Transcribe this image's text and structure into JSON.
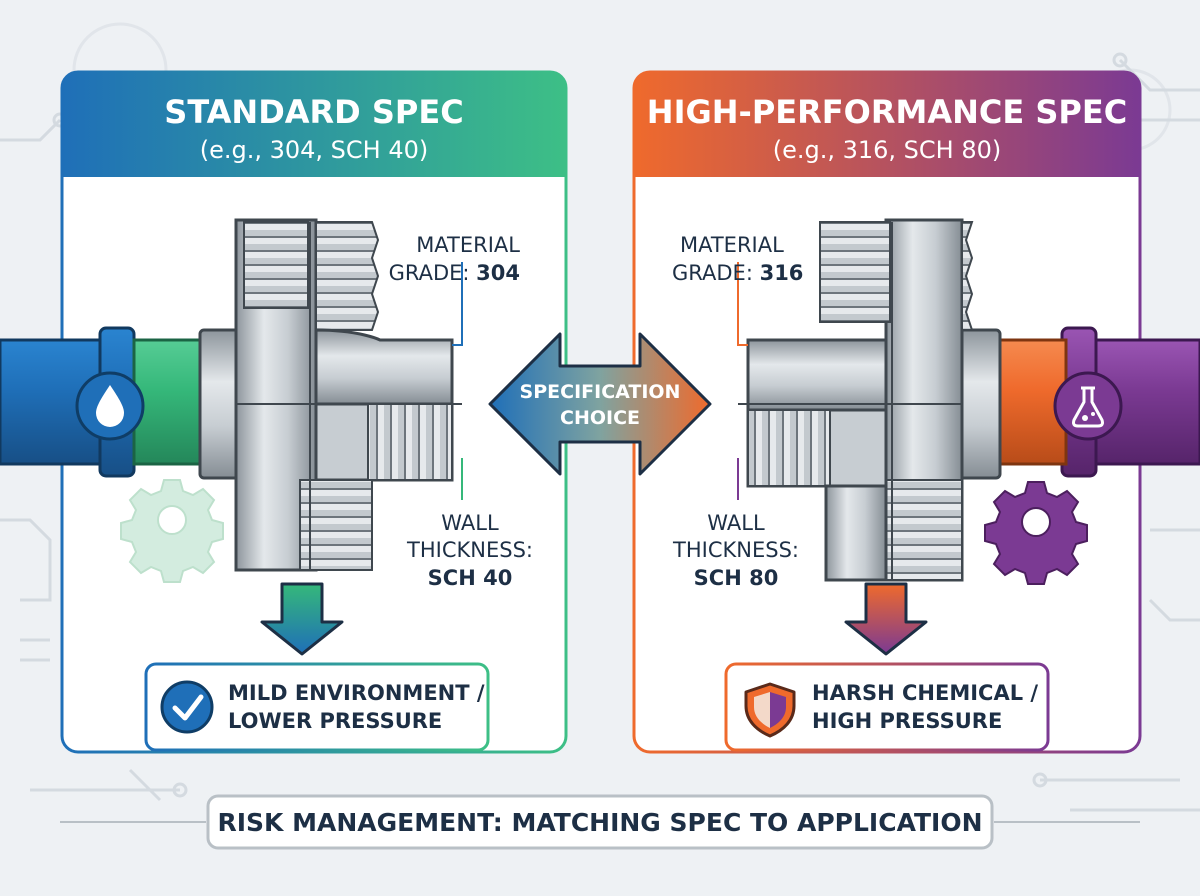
{
  "left_panel": {
    "title": "STANDARD SPEC",
    "subtitle": "(e.g., 304, SCH 40)",
    "material_line1": "MATERIAL",
    "material_line2_prefix": "GRADE: ",
    "material_value": "304",
    "wall_line1": "WALL",
    "wall_line2": "THICKNESS:",
    "wall_value": "SCH 40",
    "outcome_line1": "MILD ENVIRONMENT /",
    "outcome_line2": "LOWER PRESSURE",
    "pipe_icon": "water-drop-icon",
    "gear_icon": "gear-icon",
    "outcome_icon": "check-circle-icon"
  },
  "right_panel": {
    "title": "HIGH-PERFORMANCE SPEC",
    "subtitle": "(e.g., 316, SCH 80)",
    "material_line1": "MATERIAL",
    "material_line2_prefix": "GRADE: ",
    "material_value": "316",
    "wall_line1": "WALL",
    "wall_line2": "THICKNESS:",
    "wall_value": "SCH 80",
    "outcome_line1": "HARSH CHEMICAL /",
    "outcome_line2": "HIGH PRESSURE",
    "pipe_icon": "flask-icon",
    "gear_icon": "gear-icon",
    "outcome_icon": "shield-icon"
  },
  "center": {
    "line1": "SPECIFICATION",
    "line2": "CHOICE"
  },
  "footer": {
    "banner": "RISK MANAGEMENT: MATCHING SPEC TO APPLICATION"
  },
  "colors": {
    "blue": "#1f6fb8",
    "green": "#35b87a",
    "orange": "#ef6a2c",
    "purple": "#7b3a93",
    "steel": "#b9c0c6",
    "steel_dark": "#59626b",
    "navy_text": "#1d2f45"
  }
}
